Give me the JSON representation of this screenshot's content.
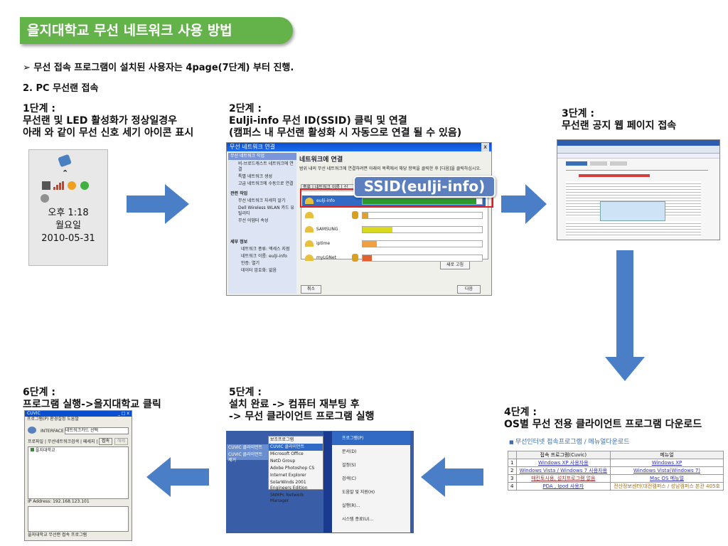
{
  "header": {
    "title": "을지대학교 무선 네트워크 사용 방법",
    "note": "➢ 무선 접속 프로그램이 설치된 사용자는 4page(7단계) 부터 진행.",
    "section": "2. PC 무선랜 접속"
  },
  "steps": {
    "s1": {
      "line1": "1단계 :",
      "line2": "무선랜 및 LED 활성화가 정상일경우",
      "line3": "아래 와 같이 무선 신호 세기 아이콘 표시"
    },
    "s2": {
      "line1": "2단계 :",
      "line2": "Eulji-info 무선 ID(SSID) 클릭 및 연결",
      "line3": "(캠퍼스 내 무선랜 활성화 시 자동으로 연결 될 수 있음)"
    },
    "s3": {
      "line1": "3단계 :",
      "line2": "무선랜 공지 웹 페이지 접속"
    },
    "s4": {
      "line1": "4단계 :",
      "line2": "OS별 무선 전용 클라이언트 프로그램 다운로드"
    },
    "s5": {
      "line1": "5단계 :",
      "line2": "설치 완료 -> 컴퓨터 재부팅 후",
      "line3": "-> 무선 클라이언트 프로그램 실행"
    },
    "s6": {
      "line1": "6단계 :",
      "line2": "프로그램 실행->을지대학교 클릭"
    }
  },
  "tray": {
    "time": "오후 1:18",
    "day": "월요일",
    "date": "2010-05-31"
  },
  "network_window": {
    "title": "무선 네트워크 연결",
    "heading": "네트워크에 연결",
    "desc": "범위 내의 무선 네트워크에 연결하려면 아래의 목록에서 해당 항목을 클릭한 후 [다음]을 클릭하십시오.",
    "sidebar_tasks_title": "무선 네트워크 작업",
    "tasks": [
      "비-브로드캐스트 네트워크에 연결",
      "특별 네트워크 생성",
      "고급 네트워크에 수동으로 연결"
    ],
    "related_title": "관련 작업",
    "related": [
      "무선 네트워크 자세히 알기",
      "Dell Wireless WLAN 카드 유틸리티",
      "무선 어댑터 속성"
    ],
    "details_title": "세부 정보",
    "details": [
      "네트워크 종류: 액세스 지점",
      "네트워크 이름: eulji-info",
      "인증: 열기",
      "데이터 암호화: 없음"
    ],
    "col_header": "종류 | 네트워크 이름 | 신",
    "networks": [
      {
        "name": "eulji-info",
        "signal": 0.95,
        "color": "#2d9a2d",
        "lock": false
      },
      {
        "name": "",
        "signal": 0.05,
        "color": "#e0a030",
        "lock": true
      },
      {
        "name": "SAMSUNG",
        "signal": 0.25,
        "color": "#d8d820",
        "lock": false
      },
      {
        "name": "iptime",
        "signal": 0.12,
        "color": "#f0a040",
        "lock": false
      },
      {
        "name": "myLGNet",
        "signal": 0.08,
        "color": "#e06030",
        "lock": true
      }
    ],
    "refresh": "새로 고침",
    "cancel": "취소",
    "next": "다음",
    "ssid_callout": "SSID(eulji-info)"
  },
  "download": {
    "link_text": "무선인터넷 접속프로그램 / 메뉴얼다운로드",
    "col1": "접속 프로그램(Cuvic)",
    "col2": "메뉴얼",
    "rows": [
      {
        "n": "1",
        "prog": "Windows XP 사용자용",
        "manual": "Windows XP"
      },
      {
        "n": "2",
        "prog": "Windows Vista / Windows 7 사용자용",
        "manual": "Windows Vista(Windows 7)"
      },
      {
        "n": "3",
        "prog": "매킨토시용, 설치프로그램 없음",
        "manual": "Mac OS 메뉴얼"
      },
      {
        "n": "4",
        "prog": "PDA , Ipod 사용자",
        "manual": "전산정보센터(대전캠퍼스 / 성남캠퍼스 본관 405호"
      }
    ]
  },
  "startmenu": {
    "col1": [
      "보조프로그램",
      "CUVIC 클라이언트",
      "Microsoft Office",
      "NetD Group",
      "Adobe Photoshop CS",
      "Internet Explorer",
      "SolarWinds 2001 Engineers Edition",
      "SNMPc Network Manager"
    ],
    "left": [
      "CUVIC 클라이언트",
      "CUVIC 클라이언트 제거"
    ],
    "col2": [
      "프로그램(P)",
      "문서(D)",
      "설정(S)",
      "검색(C)",
      "도움말 및 지원(H)",
      "실행(R)...",
      "시스템 종료(U)..."
    ]
  },
  "cuvic": {
    "title": "CUVIC",
    "menu": "프로그램(P)  환경설정  도움말",
    "interface_label": "INTERFACE",
    "interface_value": "네트워크카드 선택",
    "tabs": "프로파일 | 무선네트워크검색 | 패세지 |",
    "btn_connect": "접속",
    "btn_cancel": "해제",
    "item": "을지대학교",
    "ip": "IP Address: 192.168.123.101",
    "status": "을지대학교 무선랜 접속 프로그램"
  }
}
